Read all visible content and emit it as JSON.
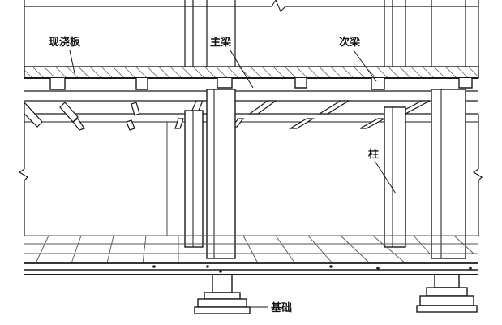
{
  "labels": {
    "slab": "现浇板",
    "main_beam": "主梁",
    "secondary_beam": "次梁",
    "column": "柱",
    "foundation": "基础"
  },
  "colors": {
    "line": "#1a1a1a",
    "hatch": "#333333",
    "light": "#555555"
  }
}
